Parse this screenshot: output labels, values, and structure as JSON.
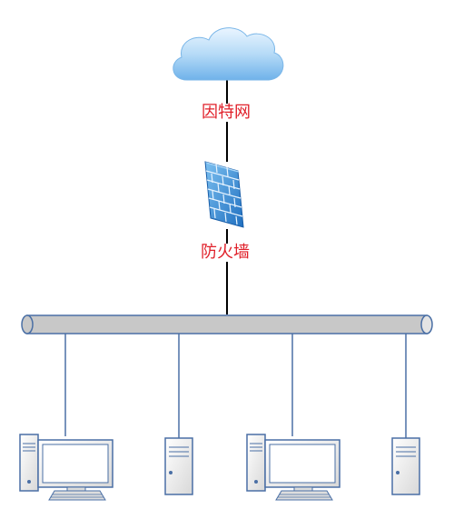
{
  "diagram": {
    "nodes": {
      "internet": {
        "label": "因特网",
        "icon": "cloud-icon"
      },
      "firewall": {
        "label": "防火墙",
        "icon": "brick-wall-icon"
      },
      "bus": {
        "icon": "network-bus-pipe"
      },
      "hosts": [
        {
          "type": "desktop-computer",
          "icon": "desktop-pc-icon"
        },
        {
          "type": "server-tower",
          "icon": "tower-server-icon"
        },
        {
          "type": "desktop-computer",
          "icon": "desktop-pc-icon"
        },
        {
          "type": "server-tower",
          "icon": "tower-server-icon"
        }
      ]
    },
    "colors": {
      "label_text": "#e0202a",
      "link_line": "#000000",
      "drop_line": "#4a6fa5",
      "bus_fill": "#c8c8c8",
      "bus_stroke": "#4a6fa5",
      "cloud_fill": "#8cc3f0",
      "firewall_fill": "#3a8fd6"
    }
  }
}
